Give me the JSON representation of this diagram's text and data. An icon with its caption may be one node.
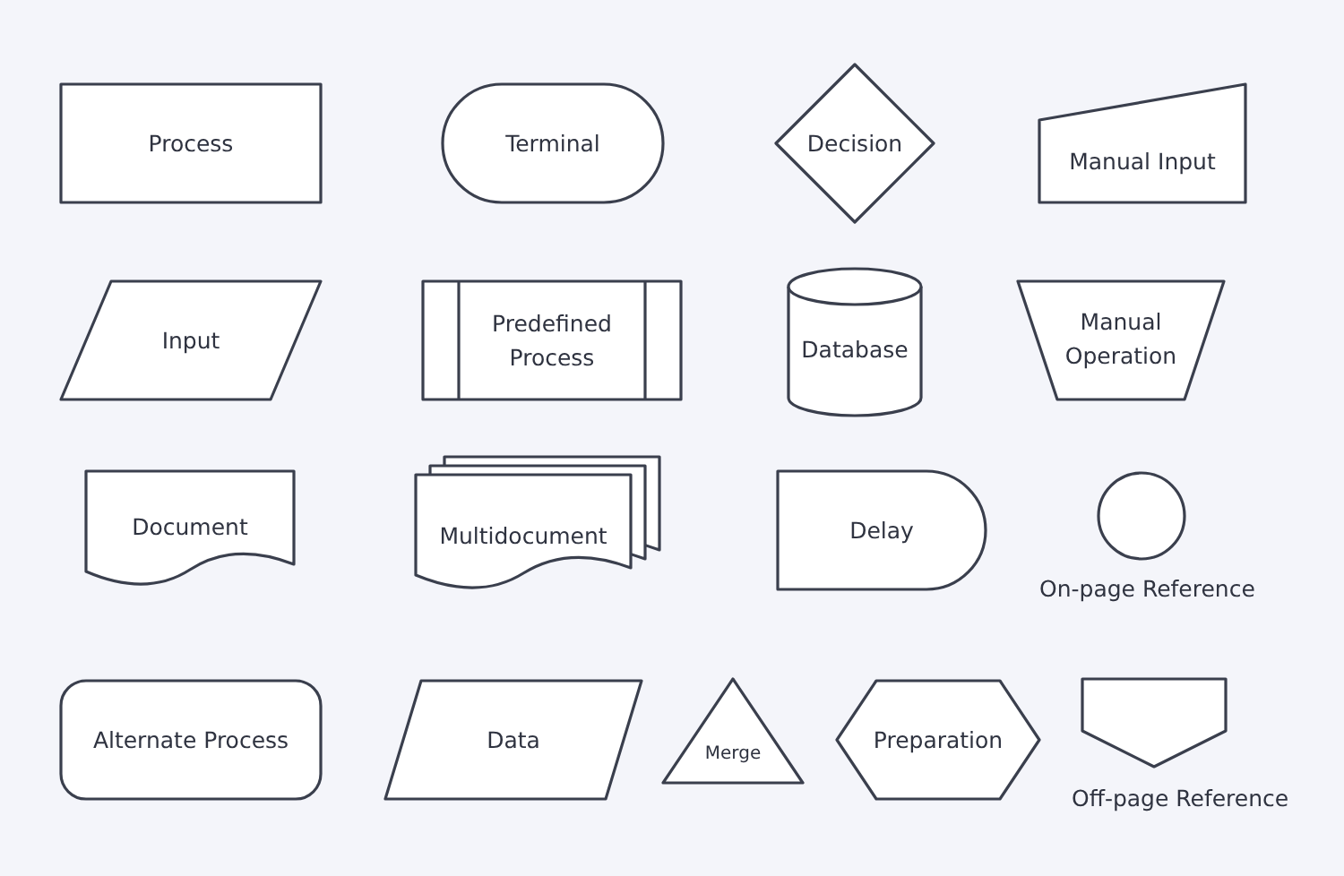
{
  "diagram": {
    "nodes": [
      {
        "text": [
          "Process"
        ]
      },
      {
        "text": [
          "Terminal"
        ]
      },
      {
        "text": [
          "Decision"
        ]
      },
      {
        "text": [
          "Manual Input"
        ]
      },
      {
        "text": [
          "Input"
        ]
      },
      {
        "text": [
          "Predefined Process"
        ]
      },
      {
        "text": [
          "Database"
        ]
      },
      {
        "text": [
          "Manual Operation"
        ]
      },
      {
        "text": [
          "Document"
        ]
      },
      {
        "text": [
          "Multidocument"
        ]
      },
      {
        "text": [
          "Delay"
        ]
      },
      {
        "text": [],
        "shape": "circle",
        "beside": [
          "On-page Reference"
        ]
      },
      {
        "text": [
          "Alternate Process"
        ]
      },
      {
        "text": [
          "Data"
        ]
      },
      {
        "text": [
          "Merge"
        ]
      },
      {
        "text": [
          "Preparation"
        ]
      },
      {
        "text": [],
        "shape": "pentagon",
        "beside": [
          "Off-page Reference"
        ]
      }
    ]
  }
}
